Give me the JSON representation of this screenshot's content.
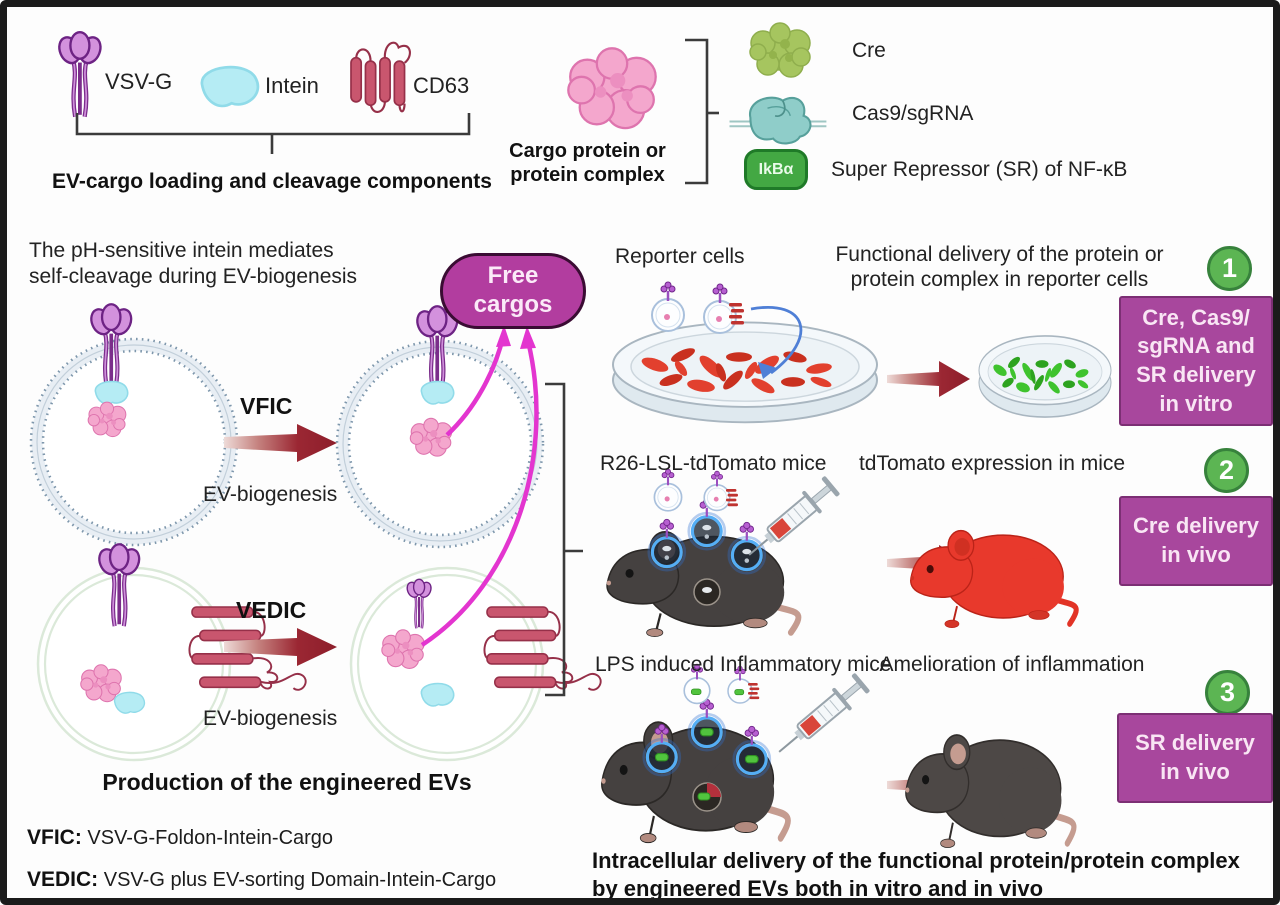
{
  "legend": {
    "vsvg": "VSV-G",
    "intein": "Intein",
    "cd63": "CD63",
    "caption": "EV-cargo loading and cleavage components"
  },
  "cargo_panel": {
    "title1": "Cargo protein or",
    "title2": "protein complex",
    "cre": "Cre",
    "cas9": "Cas9/sgRNA",
    "ikba_badge": "IkBα",
    "sr": "Super Repressor (SR) of NF-κB"
  },
  "production": {
    "note1": "The pH-sensitive intein mediates",
    "note2": "self-cleavage during EV-biogenesis",
    "free1": "Free",
    "free2": "cargos",
    "vfic": "VFIC",
    "vedic": "VEDIC",
    "biogenesis1": "EV-biogenesis",
    "biogenesis2": "EV-biogenesis",
    "title": "Production of the engineered EVs",
    "vfic_term": "VFIC:",
    "vfic_def": "VSV-G-Foldon-Intein-Cargo",
    "vedic_term": "VEDIC:",
    "vedic_def": "VSV-G plus EV-sorting Domain-Intein-Cargo"
  },
  "experiments": {
    "row1": {
      "label": "Reporter cells",
      "result1": "Functional delivery of the protein or",
      "result2": "protein complex in reporter cells",
      "num": "1",
      "box": [
        "Cre, Cas9/",
        "sgRNA and",
        "SR delivery",
        "in vitro"
      ]
    },
    "row2": {
      "label": "R26-LSL-tdTomato mice",
      "result": "tdTomato expression in mice",
      "num": "2",
      "box": [
        "Cre delivery",
        "in vivo"
      ]
    },
    "row3": {
      "label": "LPS induced Inflammatory mice",
      "result": "Amelioration of inflammation",
      "num": "3",
      "box": [
        "SR delivery",
        "in vivo"
      ]
    }
  },
  "footer": {
    "line1": "Intracellular delivery of the functional protein/protein complex",
    "line2": "by engineered EVs both in vitro and in vivo"
  },
  "colors": {
    "accent_purple": "#a8479d",
    "badge_green": "#5cb553",
    "arrow_red": "#9b2733",
    "magenta_arrow": "#e335cf",
    "free_cargo_bg": "#b23d9f",
    "ikba_green": "#43a843"
  }
}
